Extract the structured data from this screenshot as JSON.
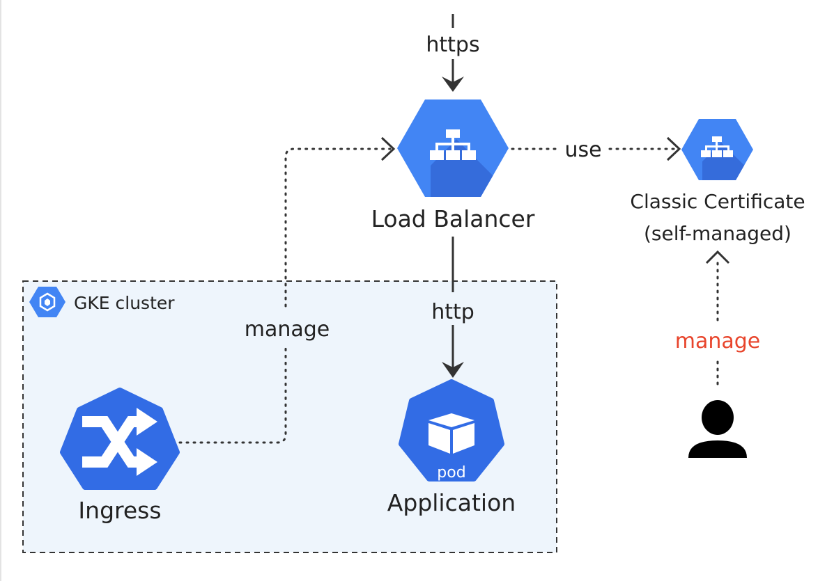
{
  "diagram": {
    "cluster": {
      "label": "GKE cluster"
    },
    "nodes": {
      "load_balancer": {
        "label": "Load Balancer"
      },
      "certificate": {
        "label_line1": "Classic Certificate",
        "label_line2": "(self-managed)"
      },
      "ingress": {
        "label": "Ingress"
      },
      "application": {
        "label": "Application",
        "badge": "pod"
      },
      "user": {
        "icon": "user-icon"
      }
    },
    "edges": {
      "https": {
        "label": "https"
      },
      "use": {
        "label": "use"
      },
      "http": {
        "label": "http"
      },
      "ingress_manage": {
        "label": "manage"
      },
      "user_manage": {
        "label": "manage"
      }
    },
    "colors": {
      "gcp_blue": "#4285F4",
      "gcp_blue_dark": "#3367D6",
      "k8s_blue": "#326CE5",
      "cluster_fill": "#EEF5FC",
      "edge": "#333333",
      "manage_red": "#E8452C"
    }
  }
}
